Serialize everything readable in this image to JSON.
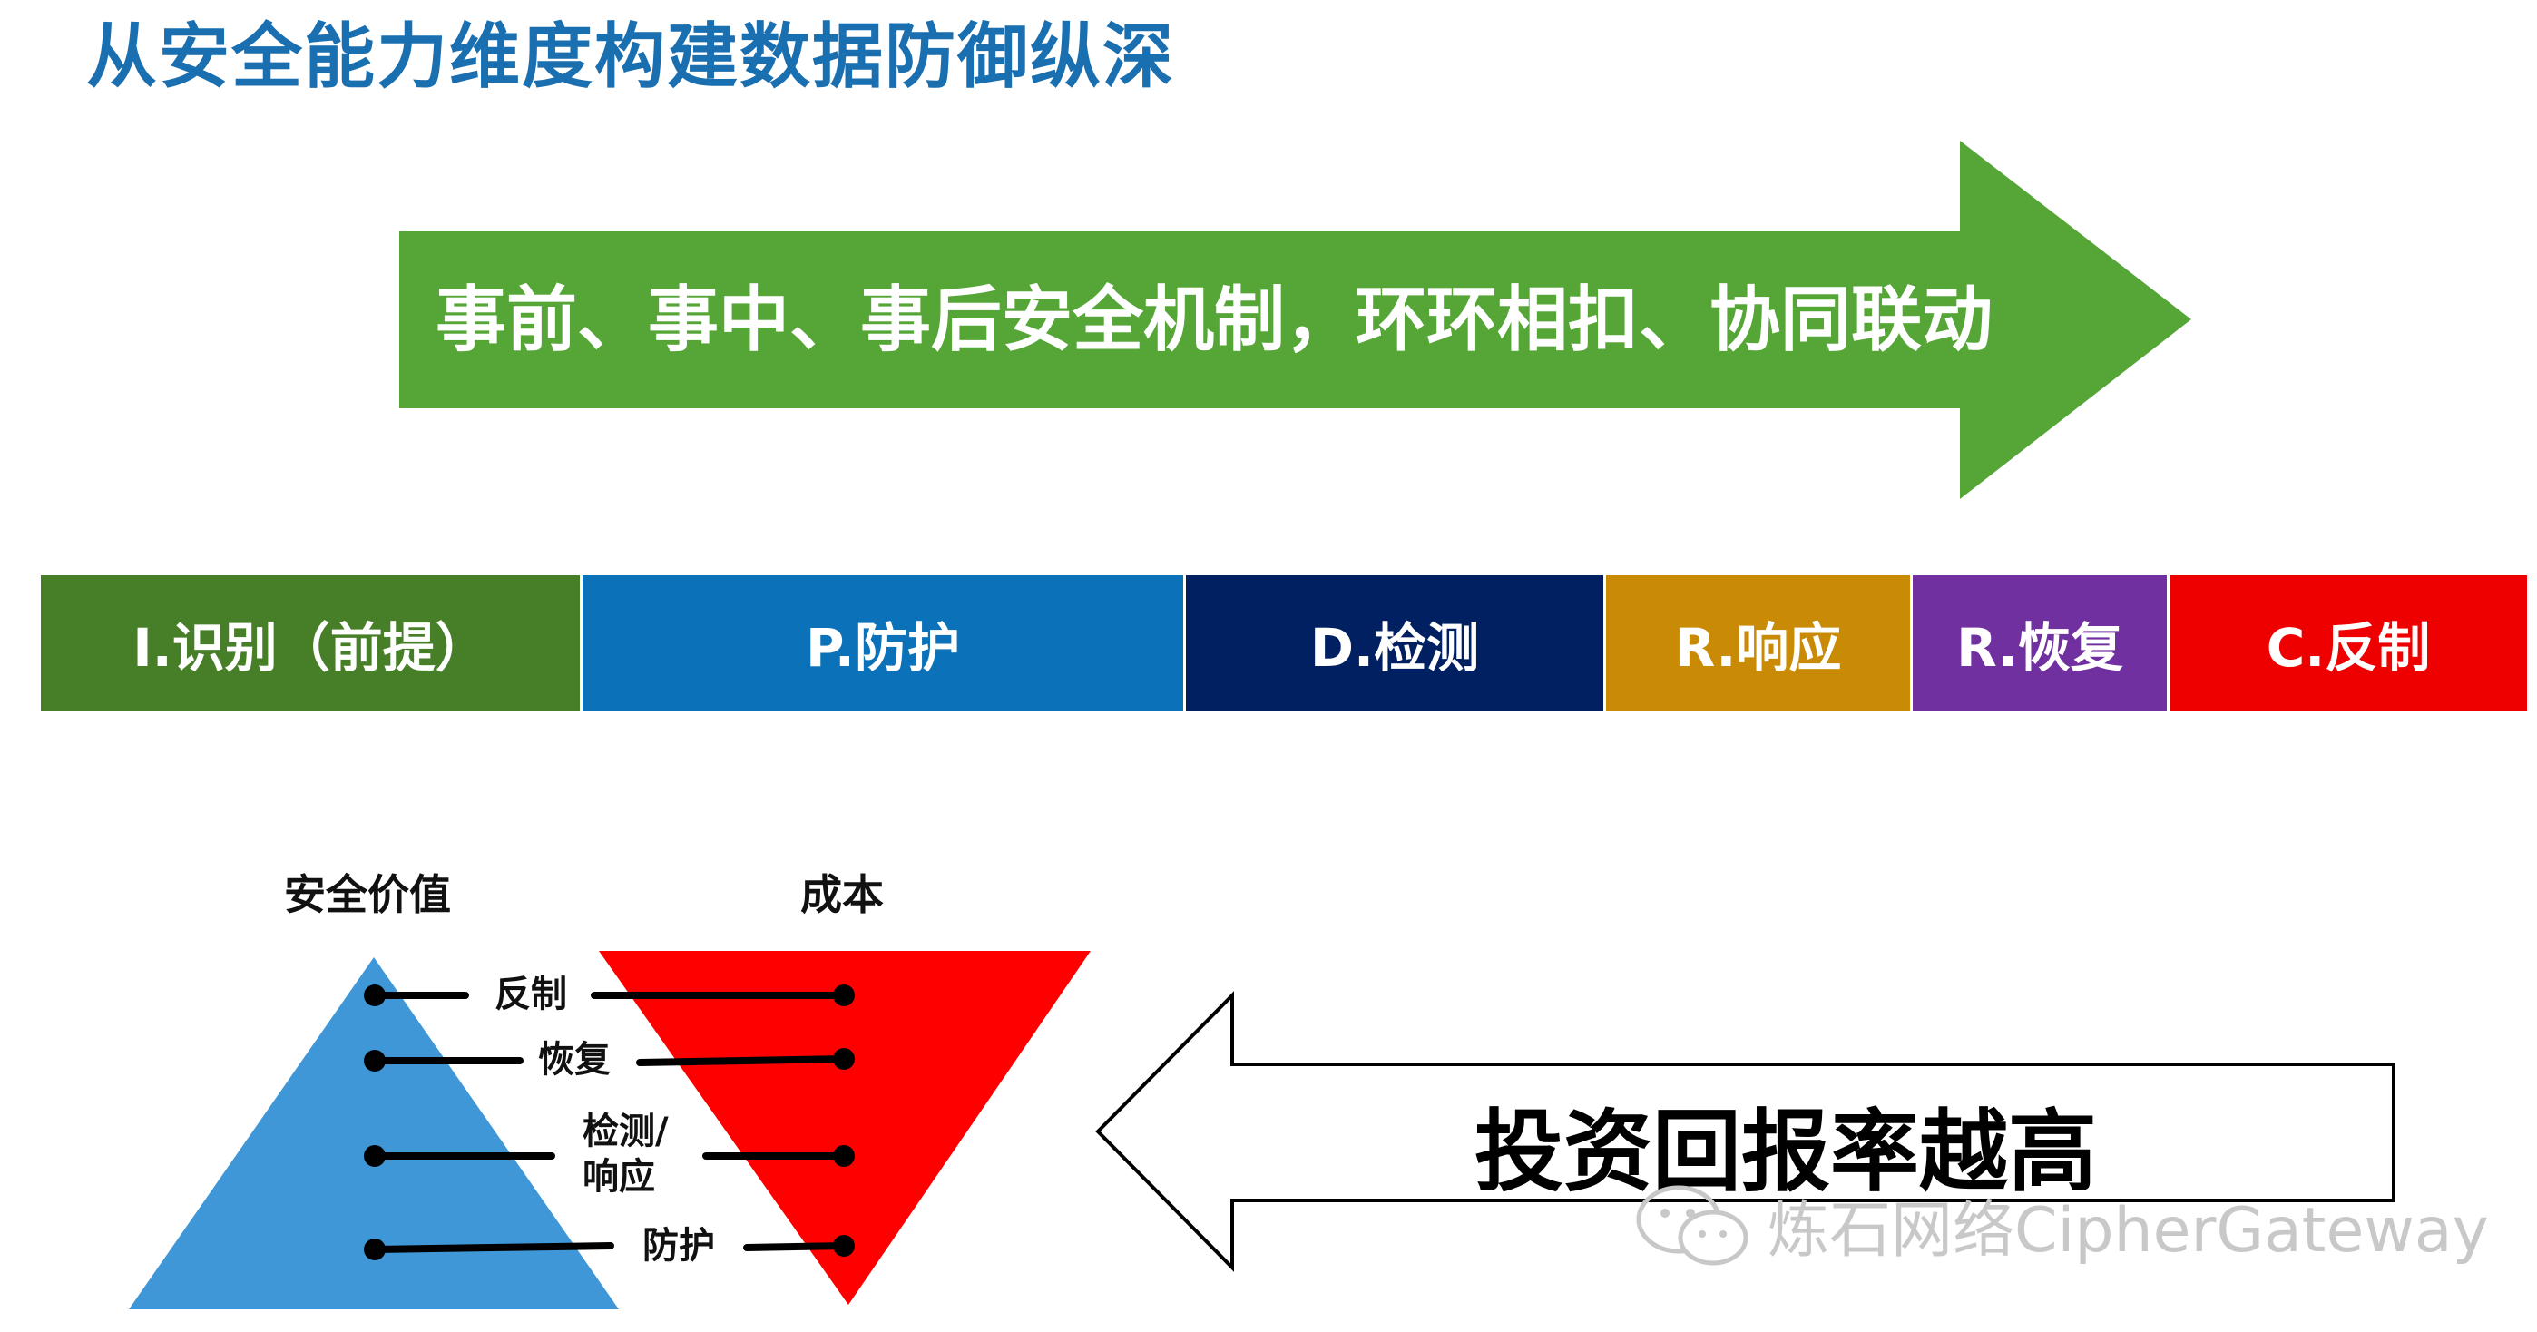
{
  "title": "从安全能力维度构建数据防御纵深",
  "top_arrow": {
    "text": "事前、事中、事后安全机制，环环相扣、协同联动",
    "color": "#55a637"
  },
  "phases": [
    {
      "label": "I.识别（前提）",
      "color": "#467f28"
    },
    {
      "label": "P.防护",
      "color": "#0b72b9"
    },
    {
      "label": "D.检测",
      "color": "#012061"
    },
    {
      "label": "R.响应",
      "color": "#c98b05"
    },
    {
      "label": "R.恢复",
      "color": "#7030a0"
    },
    {
      "label": "C.反制",
      "color": "#ef0000"
    }
  ],
  "pyramid": {
    "value_label": "安全价值",
    "cost_label": "成本",
    "value_color": "#3f97d8",
    "cost_color": "#ff0000",
    "levels": [
      "反制",
      "恢复",
      "检测/",
      "响应",
      "防护"
    ]
  },
  "roi_arrow": {
    "text": "投资回报率越高"
  },
  "watermark": {
    "text": "炼石网络CipherGateway"
  }
}
